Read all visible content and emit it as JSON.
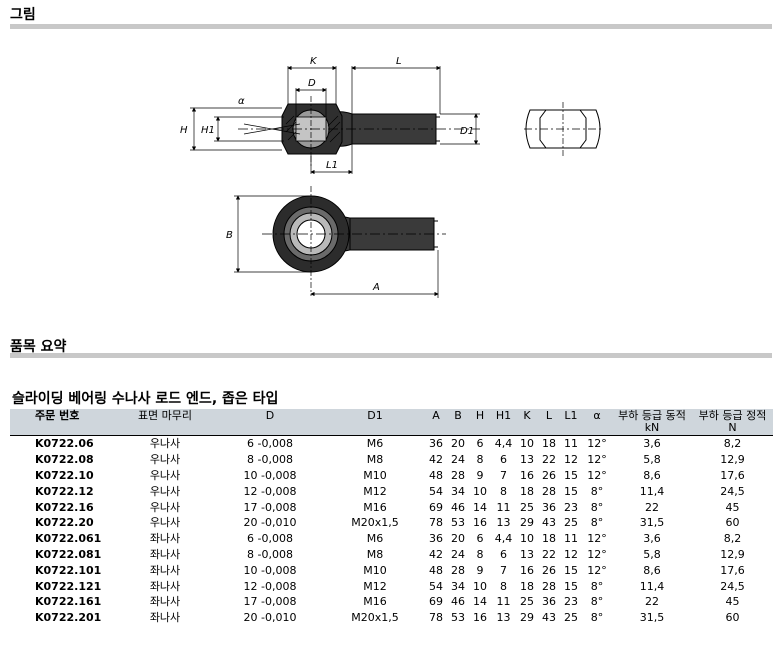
{
  "sections": {
    "drawing_heading": "그림",
    "summary_heading": "품목 요약"
  },
  "drawing_labels": {
    "K": "K",
    "L": "L",
    "D": "D",
    "alpha": "α",
    "H": "H",
    "H1": "H1",
    "D1": "D1",
    "L1": "L1",
    "B": "B",
    "A": "A"
  },
  "table": {
    "title": "슬라이딩 베어링 수나사 로드 엔드, 좁은 타입",
    "headers": [
      "주문 번호",
      "표면 마무리",
      "D",
      "D1",
      "A",
      "B",
      "H",
      "H1",
      "K",
      "L",
      "L1",
      "α",
      "부하 등급 동적 kN",
      "부하 등급 정적 N"
    ],
    "rows": [
      [
        "K0722.06",
        "우나사",
        "6 -0,008",
        "M6",
        "36",
        "20",
        "6",
        "4,4",
        "10",
        "18",
        "11",
        "12°",
        "3,6",
        "8,2"
      ],
      [
        "K0722.08",
        "우나사",
        "8 -0,008",
        "M8",
        "42",
        "24",
        "8",
        "6",
        "13",
        "22",
        "12",
        "12°",
        "5,8",
        "12,9"
      ],
      [
        "K0722.10",
        "우나사",
        "10 -0,008",
        "M10",
        "48",
        "28",
        "9",
        "7",
        "16",
        "26",
        "15",
        "12°",
        "8,6",
        "17,6"
      ],
      [
        "K0722.12",
        "우나사",
        "12 -0,008",
        "M12",
        "54",
        "34",
        "10",
        "8",
        "18",
        "28",
        "15",
        "8°",
        "11,4",
        "24,5"
      ],
      [
        "K0722.16",
        "우나사",
        "17 -0,008",
        "M16",
        "69",
        "46",
        "14",
        "11",
        "25",
        "36",
        "23",
        "8°",
        "22",
        "45"
      ],
      [
        "K0722.20",
        "우나사",
        "20 -0,010",
        "M20x1,5",
        "78",
        "53",
        "16",
        "13",
        "29",
        "43",
        "25",
        "8°",
        "31,5",
        "60"
      ],
      [
        "K0722.061",
        "좌나사",
        "6 -0,008",
        "M6",
        "36",
        "20",
        "6",
        "4,4",
        "10",
        "18",
        "11",
        "12°",
        "3,6",
        "8,2"
      ],
      [
        "K0722.081",
        "좌나사",
        "8 -0,008",
        "M8",
        "42",
        "24",
        "8",
        "6",
        "13",
        "22",
        "12",
        "12°",
        "5,8",
        "12,9"
      ],
      [
        "K0722.101",
        "좌나사",
        "10 -0,008",
        "M10",
        "48",
        "28",
        "9",
        "7",
        "16",
        "26",
        "15",
        "12°",
        "8,6",
        "17,6"
      ],
      [
        "K0722.121",
        "좌나사",
        "12 -0,008",
        "M12",
        "54",
        "34",
        "10",
        "8",
        "18",
        "28",
        "15",
        "8°",
        "11,4",
        "24,5"
      ],
      [
        "K0722.161",
        "좌나사",
        "17 -0,008",
        "M16",
        "69",
        "46",
        "14",
        "11",
        "25",
        "36",
        "23",
        "8°",
        "22",
        "45"
      ],
      [
        "K0722.201",
        "좌나사",
        "20 -0,010",
        "M20x1,5",
        "78",
        "53",
        "16",
        "13",
        "29",
        "43",
        "25",
        "8°",
        "31,5",
        "60"
      ]
    ]
  },
  "colors": {
    "header_bg": "#cfd6dc",
    "rule": "#c8c8c8",
    "part_fill": "#3a3a3a"
  }
}
